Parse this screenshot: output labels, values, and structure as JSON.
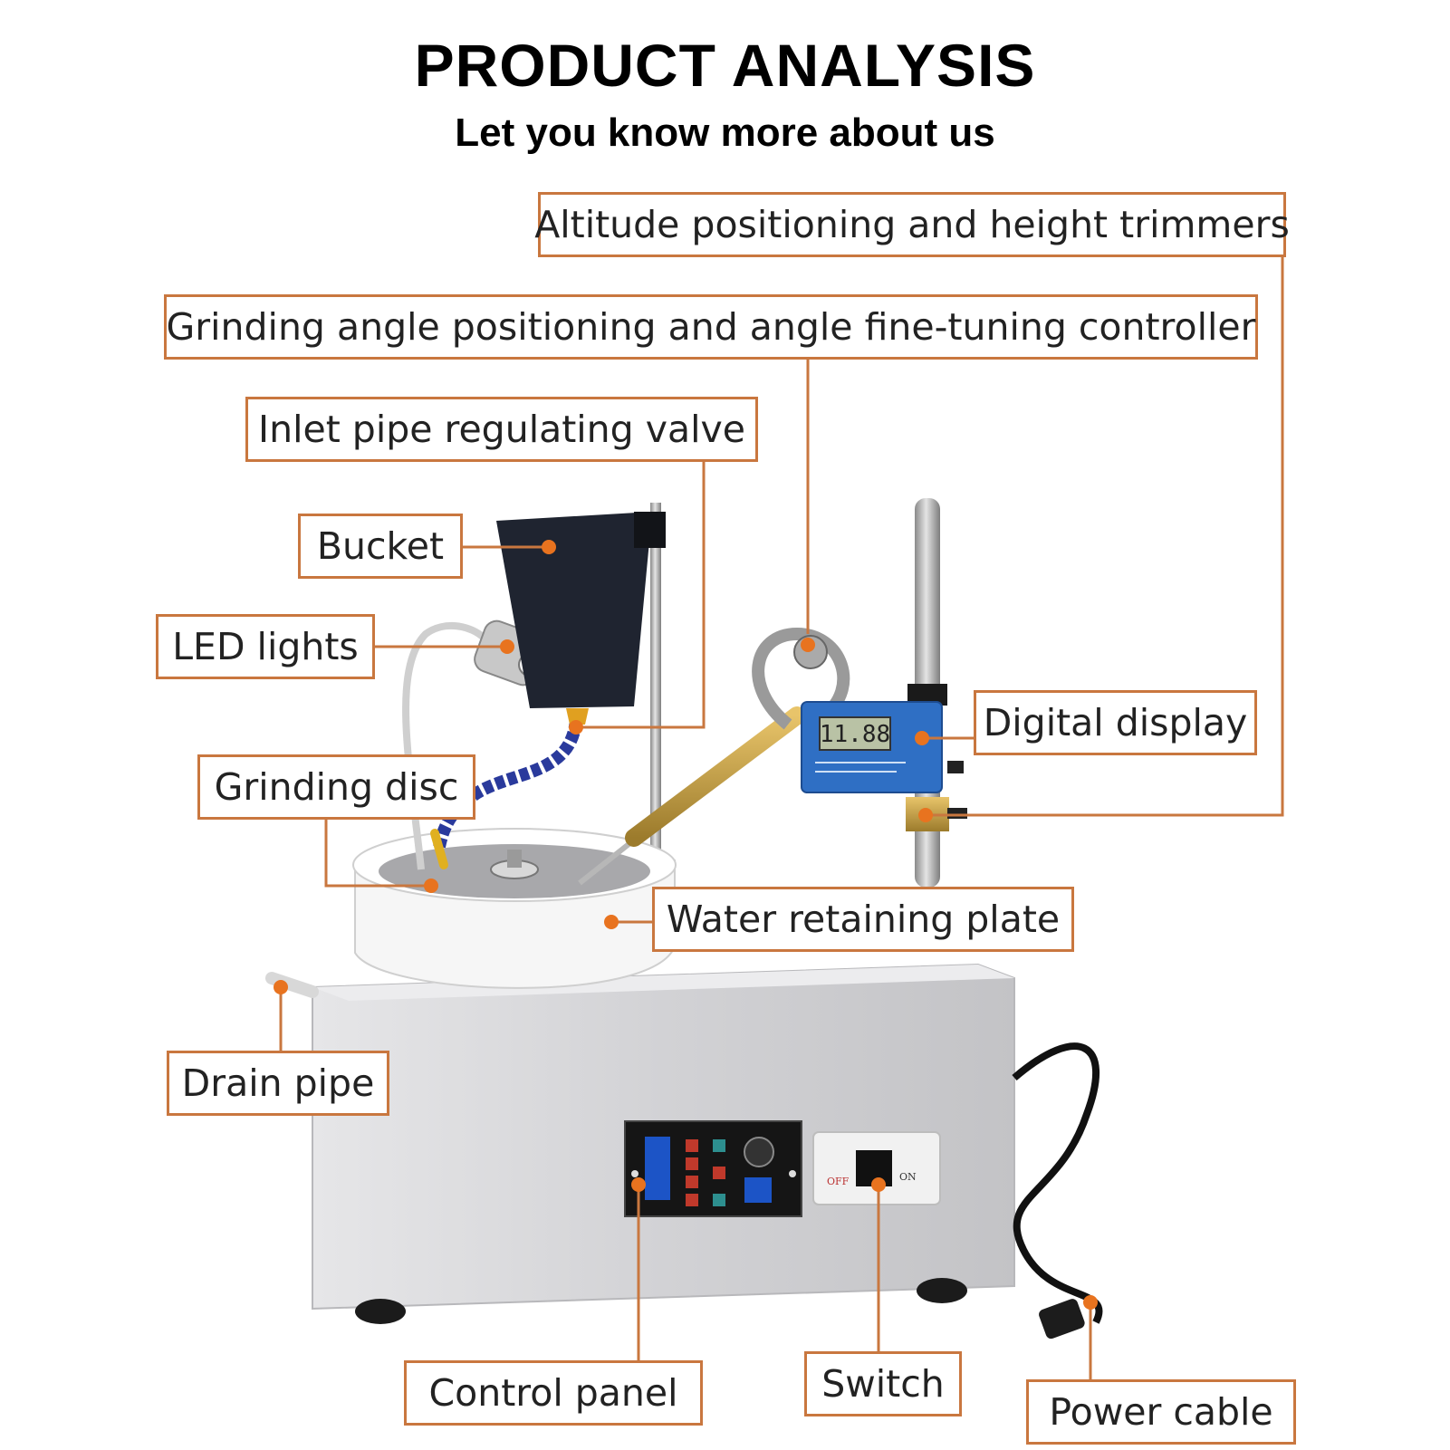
{
  "header": {
    "title": "PRODUCT ANALYSIS",
    "subtitle": "Let you know more about us"
  },
  "labels": {
    "altitude": "Altitude positioning and height trimmers",
    "angle": "Grinding angle positioning and angle fine-tuning controller",
    "valve": "Inlet pipe regulating valve",
    "bucket": "Bucket",
    "led": "LED lights",
    "digital": "Digital display",
    "disc": "Grinding disc",
    "plate": "Water retaining plate",
    "drain": "Drain pipe",
    "control": "Control panel",
    "switch": "Switch",
    "cable": "Power cable"
  },
  "device": {
    "display_reading": "11.88",
    "switch_off": "OFF",
    "switch_on": "ON"
  },
  "colors": {
    "callout": "#c9773f",
    "dot": "#e8731f",
    "bucket": "#1f2430",
    "display": "#2f6fc4",
    "cabinet": "#dcdcde"
  }
}
